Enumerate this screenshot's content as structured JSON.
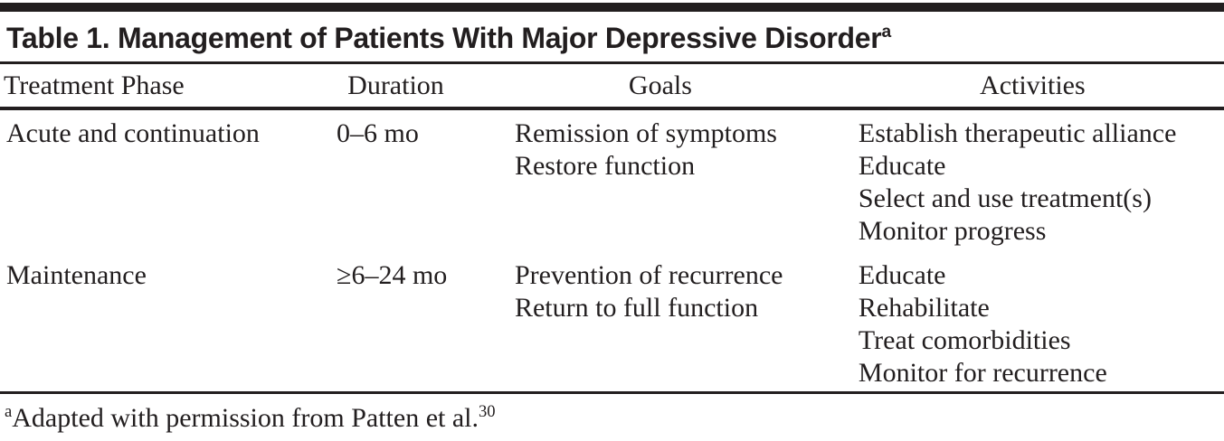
{
  "table": {
    "title": {
      "text": "Table 1. Management of Patients With Major Depressive Disorder",
      "superscript": "a"
    },
    "columns": [
      "Treatment Phase",
      "Duration",
      "Goals",
      "Activities"
    ],
    "rows": [
      {
        "treatment_phase": "Acute and continuation",
        "duration": "0–6 mo",
        "goals": [
          "Remission of symptoms",
          "Restore function"
        ],
        "activities": [
          "Establish therapeutic alliance",
          "Educate",
          "Select and use treatment(s)",
          "Monitor progress"
        ]
      },
      {
        "treatment_phase": "Maintenance",
        "duration": "≥6–24 mo",
        "goals": [
          "Prevention of recurrence",
          "Return to full function"
        ],
        "activities": [
          "Educate",
          "Rehabilitate",
          "Treat comorbidities",
          "Monitor for recurrence"
        ]
      }
    ],
    "footnote": {
      "marker": "a",
      "text": "Adapted with permission from Patten et al.",
      "reference": "30"
    }
  },
  "colors": {
    "text": "#221e1f",
    "rule": "#221e1f",
    "background": "#ffffff"
  }
}
